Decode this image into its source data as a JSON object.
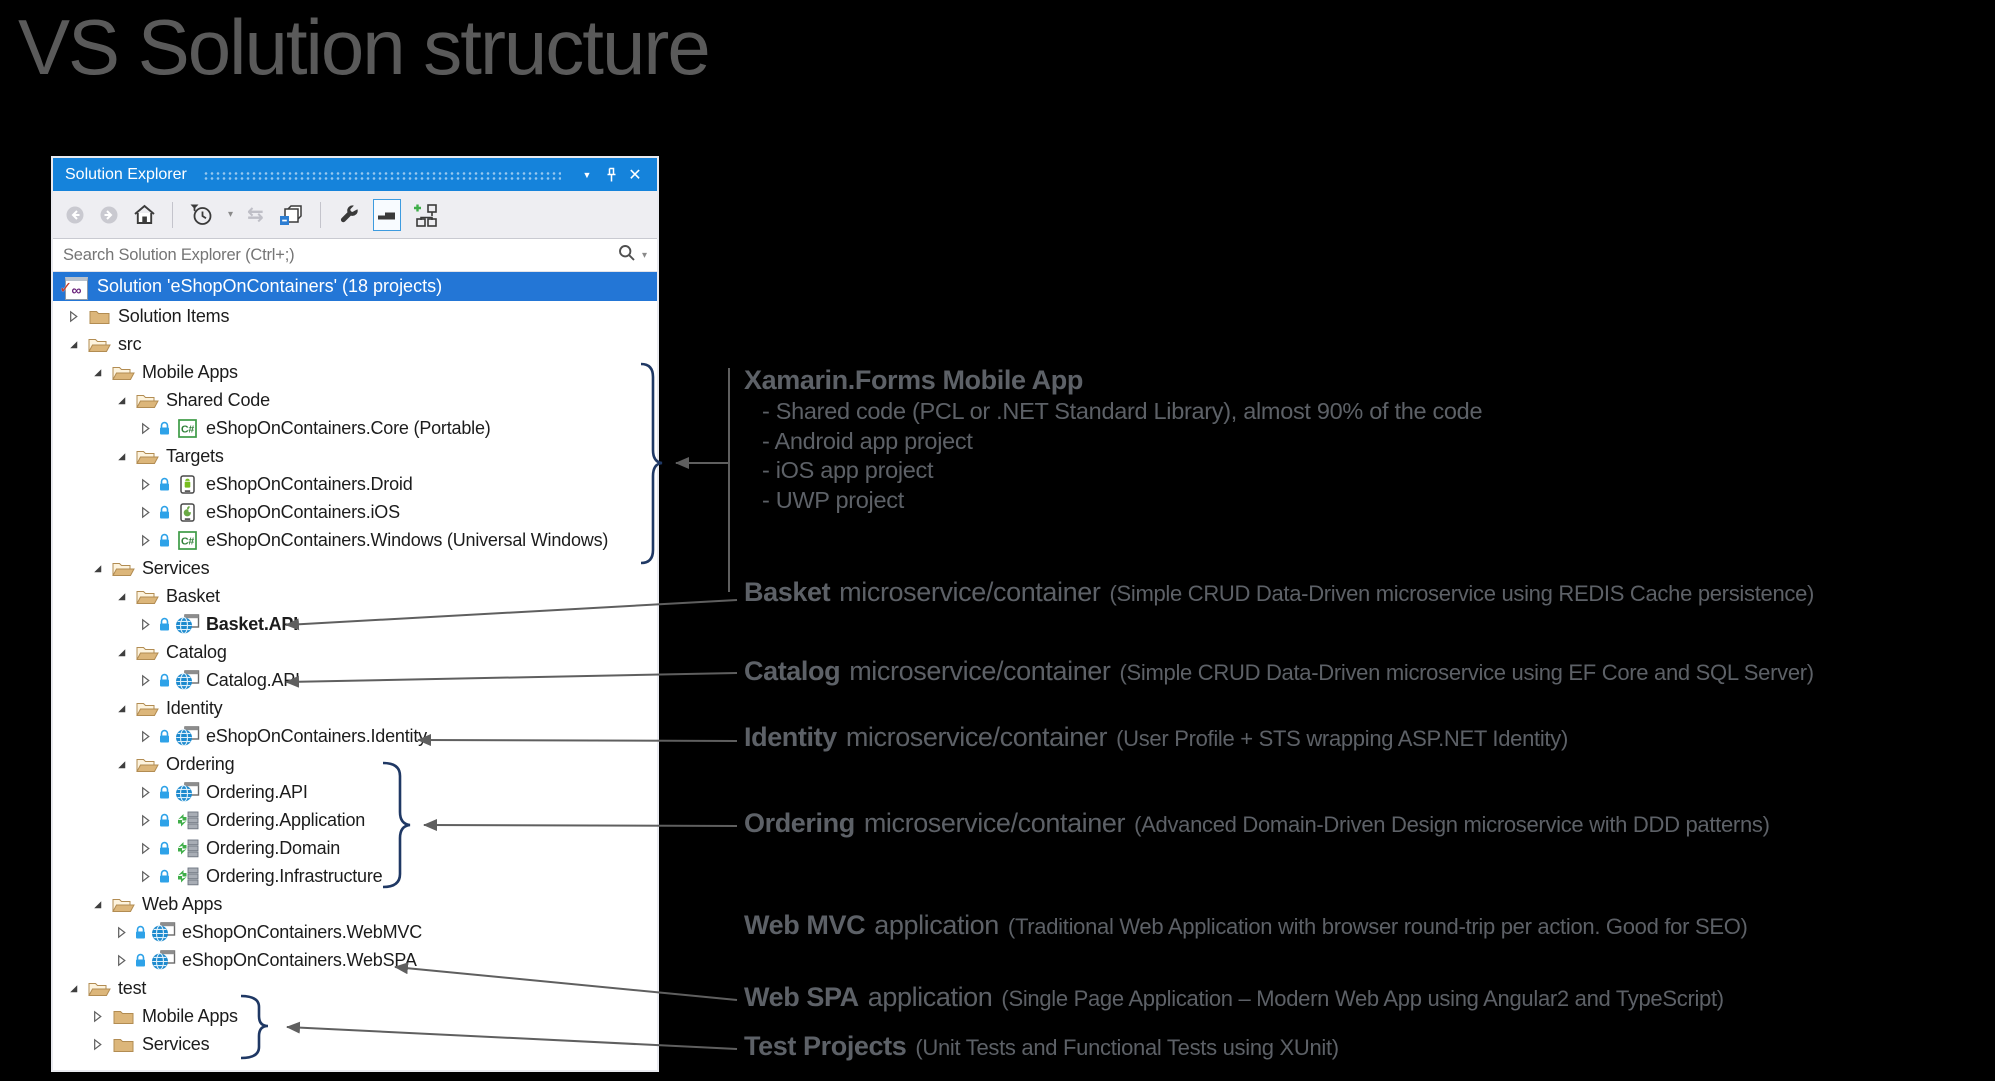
{
  "page": {
    "title": "VS Solution structure"
  },
  "window": {
    "title": "Solution Explorer",
    "titlebar_icons": [
      "chevron-down-icon",
      "pin-icon",
      "close-icon"
    ],
    "toolbar": {
      "buttons": [
        "back",
        "forward",
        "home",
        "pending-changes-filter",
        "sync",
        "collapse-all",
        "properties",
        "preview-selected-items",
        "sync-with-active-document"
      ],
      "selected_button": "preview-selected-items"
    },
    "search": {
      "placeholder": "Search Solution Explorer (Ctrl+;)",
      "icons": [
        "search-icon",
        "chevron-down-icon"
      ]
    },
    "solution_row": {
      "label": "Solution 'eShopOnContainers' (18 projects)",
      "icon": "vs-solution-icon",
      "checked": true
    },
    "tree": {
      "rows": [
        {
          "level": 0,
          "expander": "collapsed",
          "icon": "folder-closed",
          "lock": false,
          "bold": false,
          "label": "Solution Items"
        },
        {
          "level": 0,
          "expander": "expanded",
          "icon": "folder-open",
          "lock": false,
          "bold": false,
          "label": "src"
        },
        {
          "level": 1,
          "expander": "expanded",
          "icon": "folder-open",
          "lock": false,
          "bold": false,
          "label": "Mobile Apps"
        },
        {
          "level": 2,
          "expander": "expanded",
          "icon": "folder-open",
          "lock": false,
          "bold": false,
          "label": "Shared Code"
        },
        {
          "level": 3,
          "expander": "collapsed",
          "icon": "csharp",
          "lock": true,
          "bold": false,
          "label": "eShopOnContainers.Core (Portable)"
        },
        {
          "level": 2,
          "expander": "expanded",
          "icon": "folder-open",
          "lock": false,
          "bold": false,
          "label": "Targets"
        },
        {
          "level": 3,
          "expander": "collapsed",
          "icon": "droid",
          "lock": true,
          "bold": false,
          "label": "eShopOnContainers.Droid"
        },
        {
          "level": 3,
          "expander": "collapsed",
          "icon": "ios",
          "lock": true,
          "bold": false,
          "label": "eShopOnContainers.iOS"
        },
        {
          "level": 3,
          "expander": "collapsed",
          "icon": "csharp",
          "lock": true,
          "bold": false,
          "label": "eShopOnContainers.Windows (Universal Windows)"
        },
        {
          "level": 1,
          "expander": "expanded",
          "icon": "folder-open",
          "lock": false,
          "bold": false,
          "label": "Services"
        },
        {
          "level": 2,
          "expander": "expanded",
          "icon": "folder-open",
          "lock": false,
          "bold": false,
          "label": "Basket"
        },
        {
          "level": 3,
          "expander": "collapsed",
          "icon": "web",
          "lock": true,
          "bold": true,
          "label": "Basket.API"
        },
        {
          "level": 2,
          "expander": "expanded",
          "icon": "folder-open",
          "lock": false,
          "bold": false,
          "label": "Catalog"
        },
        {
          "level": 3,
          "expander": "collapsed",
          "icon": "web",
          "lock": true,
          "bold": false,
          "label": "Catalog.API"
        },
        {
          "level": 2,
          "expander": "expanded",
          "icon": "folder-open",
          "lock": false,
          "bold": false,
          "label": "Identity"
        },
        {
          "level": 3,
          "expander": "collapsed",
          "icon": "web",
          "lock": true,
          "bold": false,
          "label": "eShopOnContainers.Identity"
        },
        {
          "level": 2,
          "expander": "expanded",
          "icon": "folder-open",
          "lock": false,
          "bold": false,
          "label": "Ordering"
        },
        {
          "level": 3,
          "expander": "collapsed",
          "icon": "web",
          "lock": true,
          "bold": false,
          "label": "Ordering.API"
        },
        {
          "level": 3,
          "expander": "collapsed",
          "icon": "lib",
          "lock": true,
          "bold": false,
          "label": "Ordering.Application"
        },
        {
          "level": 3,
          "expander": "collapsed",
          "icon": "lib",
          "lock": true,
          "bold": false,
          "label": "Ordering.Domain"
        },
        {
          "level": 3,
          "expander": "collapsed",
          "icon": "lib",
          "lock": true,
          "bold": false,
          "label": "Ordering.Infrastructure"
        },
        {
          "level": 1,
          "expander": "expanded",
          "icon": "folder-open",
          "lock": false,
          "bold": false,
          "label": "Web Apps"
        },
        {
          "level": 2,
          "expander": "collapsed",
          "icon": "web",
          "lock": true,
          "bold": false,
          "label": "eShopOnContainers.WebMVC"
        },
        {
          "level": 2,
          "expander": "collapsed",
          "icon": "web",
          "lock": true,
          "bold": false,
          "label": "eShopOnContainers.WebSPA"
        },
        {
          "level": 0,
          "expander": "expanded",
          "icon": "folder-open",
          "lock": false,
          "bold": false,
          "label": "test"
        },
        {
          "level": 1,
          "expander": "collapsed",
          "icon": "folder-closed",
          "lock": false,
          "bold": false,
          "label": "Mobile Apps"
        },
        {
          "level": 1,
          "expander": "collapsed",
          "icon": "folder-closed",
          "lock": false,
          "bold": false,
          "label": "Services"
        }
      ]
    }
  },
  "annotations": {
    "xamarin": {
      "title": "Xamarin.Forms Mobile App",
      "lines": [
        "- Shared code (PCL or .NET Standard Library), almost 90% of the code",
        "- Android app project",
        "- iOS app project",
        "- UWP project"
      ]
    },
    "items": [
      {
        "bold": "Basket",
        "mid": "microservice/container",
        "small": "(Simple CRUD Data-Driven microservice using REDIS Cache persistence)"
      },
      {
        "bold": "Catalog",
        "mid": "microservice/container",
        "small": "(Simple CRUD Data-Driven microservice using EF Core and SQL Server)"
      },
      {
        "bold": "Identity",
        "mid": "microservice/container",
        "small": "(User Profile + STS wrapping ASP.NET Identity)"
      },
      {
        "bold": "Ordering",
        "mid": "microservice/container",
        "small": "(Advanced Domain-Driven Design microservice with DDD patterns)"
      },
      {
        "bold": "Web MVC",
        "mid": "application",
        "small": "(Traditional Web Application with browser round-trip per action. Good for SEO)"
      },
      {
        "bold": "Web SPA",
        "mid": "application",
        "small": "(Single Page Application – Modern Web App using Angular2 and TypeScript)"
      },
      {
        "bold": "Test Projects",
        "mid": "",
        "small": "(Unit Tests and Functional Tests using XUnit)"
      }
    ]
  },
  "colors": {
    "background": "#000000",
    "titlebar_blue": "#1583db",
    "selection_blue": "#2376d6",
    "toolbar_gray": "#eeeef2",
    "folder_tan": "#dcb67a",
    "annotation_gray": "#5d6167",
    "connector_gray": "#5f5f5f",
    "brace_navy": "#1f3864",
    "lock_blue": "#2ea2e8",
    "slide_title_gray": "#5a5a5a"
  }
}
